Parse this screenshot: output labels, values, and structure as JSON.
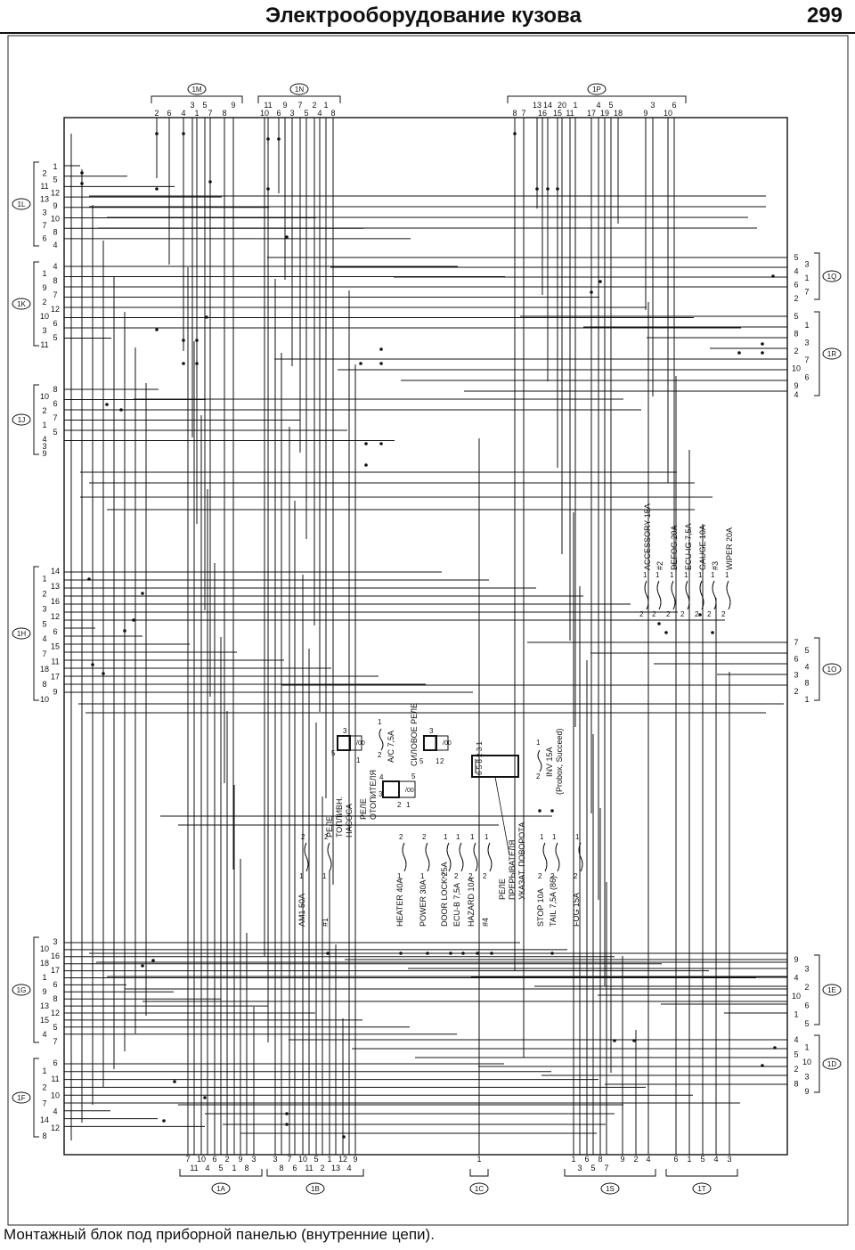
{
  "header": {
    "title": "Электрооборудование кузова",
    "page_number": "299"
  },
  "caption": "Монтажный блок под приборной панелью (внутренние цепи).",
  "connectors": {
    "top": [
      {
        "id": "1M",
        "row1": [
          "3",
          "5",
          "9"
        ],
        "row2": [
          "2",
          "6",
          "4",
          "1",
          "7",
          "8"
        ]
      },
      {
        "id": "1N",
        "row1": [
          "11",
          "9",
          "7",
          "2",
          "1"
        ],
        "row2": [
          "10",
          "6",
          "3",
          "5",
          "4",
          "8"
        ]
      },
      {
        "id": "1P",
        "row1": [
          "13",
          "14",
          "20",
          "1",
          "4",
          "5",
          "3",
          "6"
        ],
        "row2": [
          "8",
          "7",
          "16",
          "15",
          "11",
          "17",
          "19",
          "18",
          "9",
          "10"
        ]
      }
    ],
    "left": [
      {
        "id": "1L",
        "outer": [
          "2",
          "11",
          "13",
          "3",
          "7",
          "6"
        ],
        "inner": [
          "1",
          "5",
          "12",
          "9",
          "10",
          "8",
          "4"
        ]
      },
      {
        "id": "1K",
        "outer": [
          "1",
          "9",
          "2",
          "10",
          "3",
          "11"
        ],
        "inner": [
          "4",
          "8",
          "7",
          "12",
          "6",
          "5"
        ]
      },
      {
        "id": "1J",
        "outer": [
          "10",
          "2",
          "1",
          "4",
          "3",
          "9"
        ],
        "inner": [
          "8",
          "6",
          "7",
          "5"
        ]
      },
      {
        "id": "1H",
        "outer": [
          "1",
          "2",
          "3",
          "5",
          "4",
          "7",
          "18",
          "8",
          "10"
        ],
        "inner": [
          "14",
          "13",
          "16",
          "12",
          "6",
          "15",
          "11",
          "17",
          "9"
        ]
      },
      {
        "id": "1G",
        "outer": [
          "10",
          "18",
          "1",
          "9",
          "13",
          "15",
          "4"
        ],
        "inner": [
          "3",
          "16",
          "17",
          "6",
          "8",
          "12",
          "5",
          "7"
        ]
      },
      {
        "id": "1F",
        "outer": [
          "1",
          "2",
          "7",
          "14",
          "8"
        ],
        "inner": [
          "6",
          "11",
          "10",
          "4",
          "12"
        ]
      }
    ],
    "right": [
      {
        "id": "1Q",
        "outer": [
          "3",
          "1",
          "7"
        ],
        "inner": [
          "5",
          "4",
          "6",
          "2"
        ]
      },
      {
        "id": "1R",
        "outer": [
          "1",
          "3",
          "7",
          "6"
        ],
        "inner": [
          "5",
          "8",
          "2",
          "10",
          "9",
          "4"
        ]
      },
      {
        "id": "1O",
        "outer": [
          "5",
          "4",
          "8",
          "1"
        ],
        "inner": [
          "7",
          "6",
          "3",
          "2"
        ]
      },
      {
        "id": "1E",
        "outer": [
          "3",
          "2",
          "6",
          "5"
        ],
        "inner": [
          "9",
          "4",
          "10",
          "1"
        ]
      },
      {
        "id": "1D",
        "outer": [
          "1",
          "10",
          "3",
          "9"
        ],
        "inner": [
          "4",
          "5",
          "2",
          "8"
        ]
      }
    ],
    "bottom": [
      {
        "id": "1A",
        "row1": [
          "7",
          "10",
          "6",
          "2",
          "9",
          "3"
        ],
        "row2": [
          "11",
          "4",
          "5",
          "1",
          "8"
        ]
      },
      {
        "id": "1B",
        "row1": [
          "3",
          "7",
          "10",
          "5",
          "1",
          "12",
          "9"
        ],
        "row2": [
          "8",
          "6",
          "11",
          "2",
          "13",
          "4"
        ]
      },
      {
        "id": "1C",
        "row1": [
          "1"
        ],
        "row2": []
      },
      {
        "id": "1S",
        "row1": [
          "1",
          "6",
          "8",
          "9",
          "2",
          "4"
        ],
        "row2": [
          "3",
          "5",
          "7"
        ]
      },
      {
        "id": "1T",
        "row1": [
          "6",
          "1",
          "5",
          "4",
          "3"
        ],
        "row2": []
      }
    ]
  },
  "fuses_top": [
    {
      "label": "ACCESSORY 15A",
      "pin_top": "1",
      "pin_bottom": "2"
    },
    {
      "label": "#2",
      "pin_top": "1",
      "pin_bottom": "2"
    },
    {
      "label": "DEFOG 20A",
      "pin_top": "1",
      "pin_bottom": "2"
    },
    {
      "label": "ECU-IG 7,5A",
      "pin_top": "1",
      "pin_bottom": "2"
    },
    {
      "label": "GAUGE 10A",
      "pin_top": "1",
      "pin_bottom": "2"
    },
    {
      "label": "#3",
      "pin_top": "1",
      "pin_bottom": "2"
    },
    {
      "label": "WIPER 20A",
      "pin_top": "1",
      "pin_bottom": "2"
    }
  ],
  "fuses_bottom": [
    {
      "label": "AM1 50A",
      "pin_top": "2",
      "pin_bottom": "1"
    },
    {
      "label": "#1",
      "pin_top": "2",
      "pin_bottom": "1"
    },
    {
      "label": "HEATER 40A",
      "pin_top": "2",
      "pin_bottom": "1"
    },
    {
      "label": "POWER 30A",
      "pin_top": "2",
      "pin_bottom": "1"
    },
    {
      "label": "DOOR LOCK 25A",
      "pin_top": "1",
      "pin_bottom": "2"
    },
    {
      "label": "ECU-B 7,5A",
      "pin_top": "1",
      "pin_bottom": "2"
    },
    {
      "label": "HAZARD 10A",
      "pin_top": "1",
      "pin_bottom": "2"
    },
    {
      "label": "#4",
      "pin_top": "1",
      "pin_bottom": "2"
    },
    {
      "label": "STOP 10A",
      "pin_top": "1",
      "pin_bottom": "2"
    },
    {
      "label": "TAIL 7,5A (86)",
      "pin_top": "1",
      "pin_bottom": "2"
    },
    {
      "label": "FOG 15A",
      "pin_top": "1",
      "pin_bottom": "2"
    }
  ],
  "relays": {
    "fuel_pump": {
      "line1": "РЕЛЕ",
      "line2": "ТОПЛИВН.",
      "line3": "НАСОСА"
    },
    "heater": {
      "line1": "РЕЛЕ",
      "line2": "ОТОПИТЕЛЯ"
    },
    "power": {
      "label": "СИЛОВОЕ РЕЛЕ"
    },
    "turn": {
      "line1": "РЕЛЕ",
      "line2": "ПРЕРЫВАТЕЛЯ",
      "line3": "УКАЗАТ. ПОВОРОТА"
    },
    "ac_fuse": "A/C 7,5A",
    "inv_fuse": "INV 15A",
    "inv_note": "(Probox, Succeed)",
    "flasher_pins": "6 5 8 2 3 1"
  }
}
